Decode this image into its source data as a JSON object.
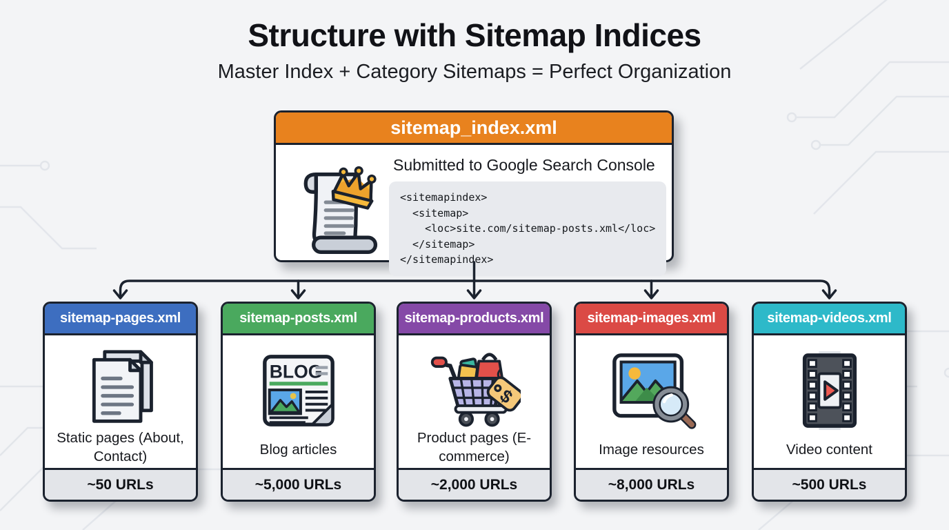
{
  "page": {
    "title": "Structure with Sitemap Indices",
    "subtitle": "Master Index + Category Sitemaps = Perfect Organization"
  },
  "colors": {
    "master_header": "#e8821e",
    "card_border": "#1b222e",
    "count_band": "#e3e5e9",
    "code_background": "#e8eaee"
  },
  "master_card": {
    "filename": "sitemap_index.xml",
    "description": "Submitted to Google Search Console",
    "icon": "scroll-with-crown-icon",
    "code_lines": [
      "<sitemapindex>",
      "  <sitemap>",
      "    <loc>site.com/sitemap-posts.xml</loc>",
      "  </sitemap>",
      "</sitemapindex>"
    ]
  },
  "categories": [
    {
      "filename": "sitemap-pages.xml",
      "label": "Static pages (About, Contact)",
      "count": "~50 URLs",
      "icon": "document-pages-icon",
      "header_color": "#3d6ec0"
    },
    {
      "filename": "sitemap-posts.xml",
      "label": "Blog articles",
      "count": "~5,000 URLs",
      "icon": "blog-newspaper-icon",
      "header_color": "#4aa95e"
    },
    {
      "filename": "sitemap-products.xml",
      "label": "Product pages (E-commerce)",
      "count": "~2,000 URLs",
      "icon": "shopping-cart-icon",
      "header_color": "#8549a7"
    },
    {
      "filename": "sitemap-images.xml",
      "label": "Image resources",
      "count": "~8,000 URLs",
      "icon": "image-search-icon",
      "header_color": "#db4a45"
    },
    {
      "filename": "sitemap-videos.xml",
      "label": "Video content",
      "count": "~500 URLs",
      "icon": "film-strip-icon",
      "header_color": "#2db9c9"
    }
  ]
}
